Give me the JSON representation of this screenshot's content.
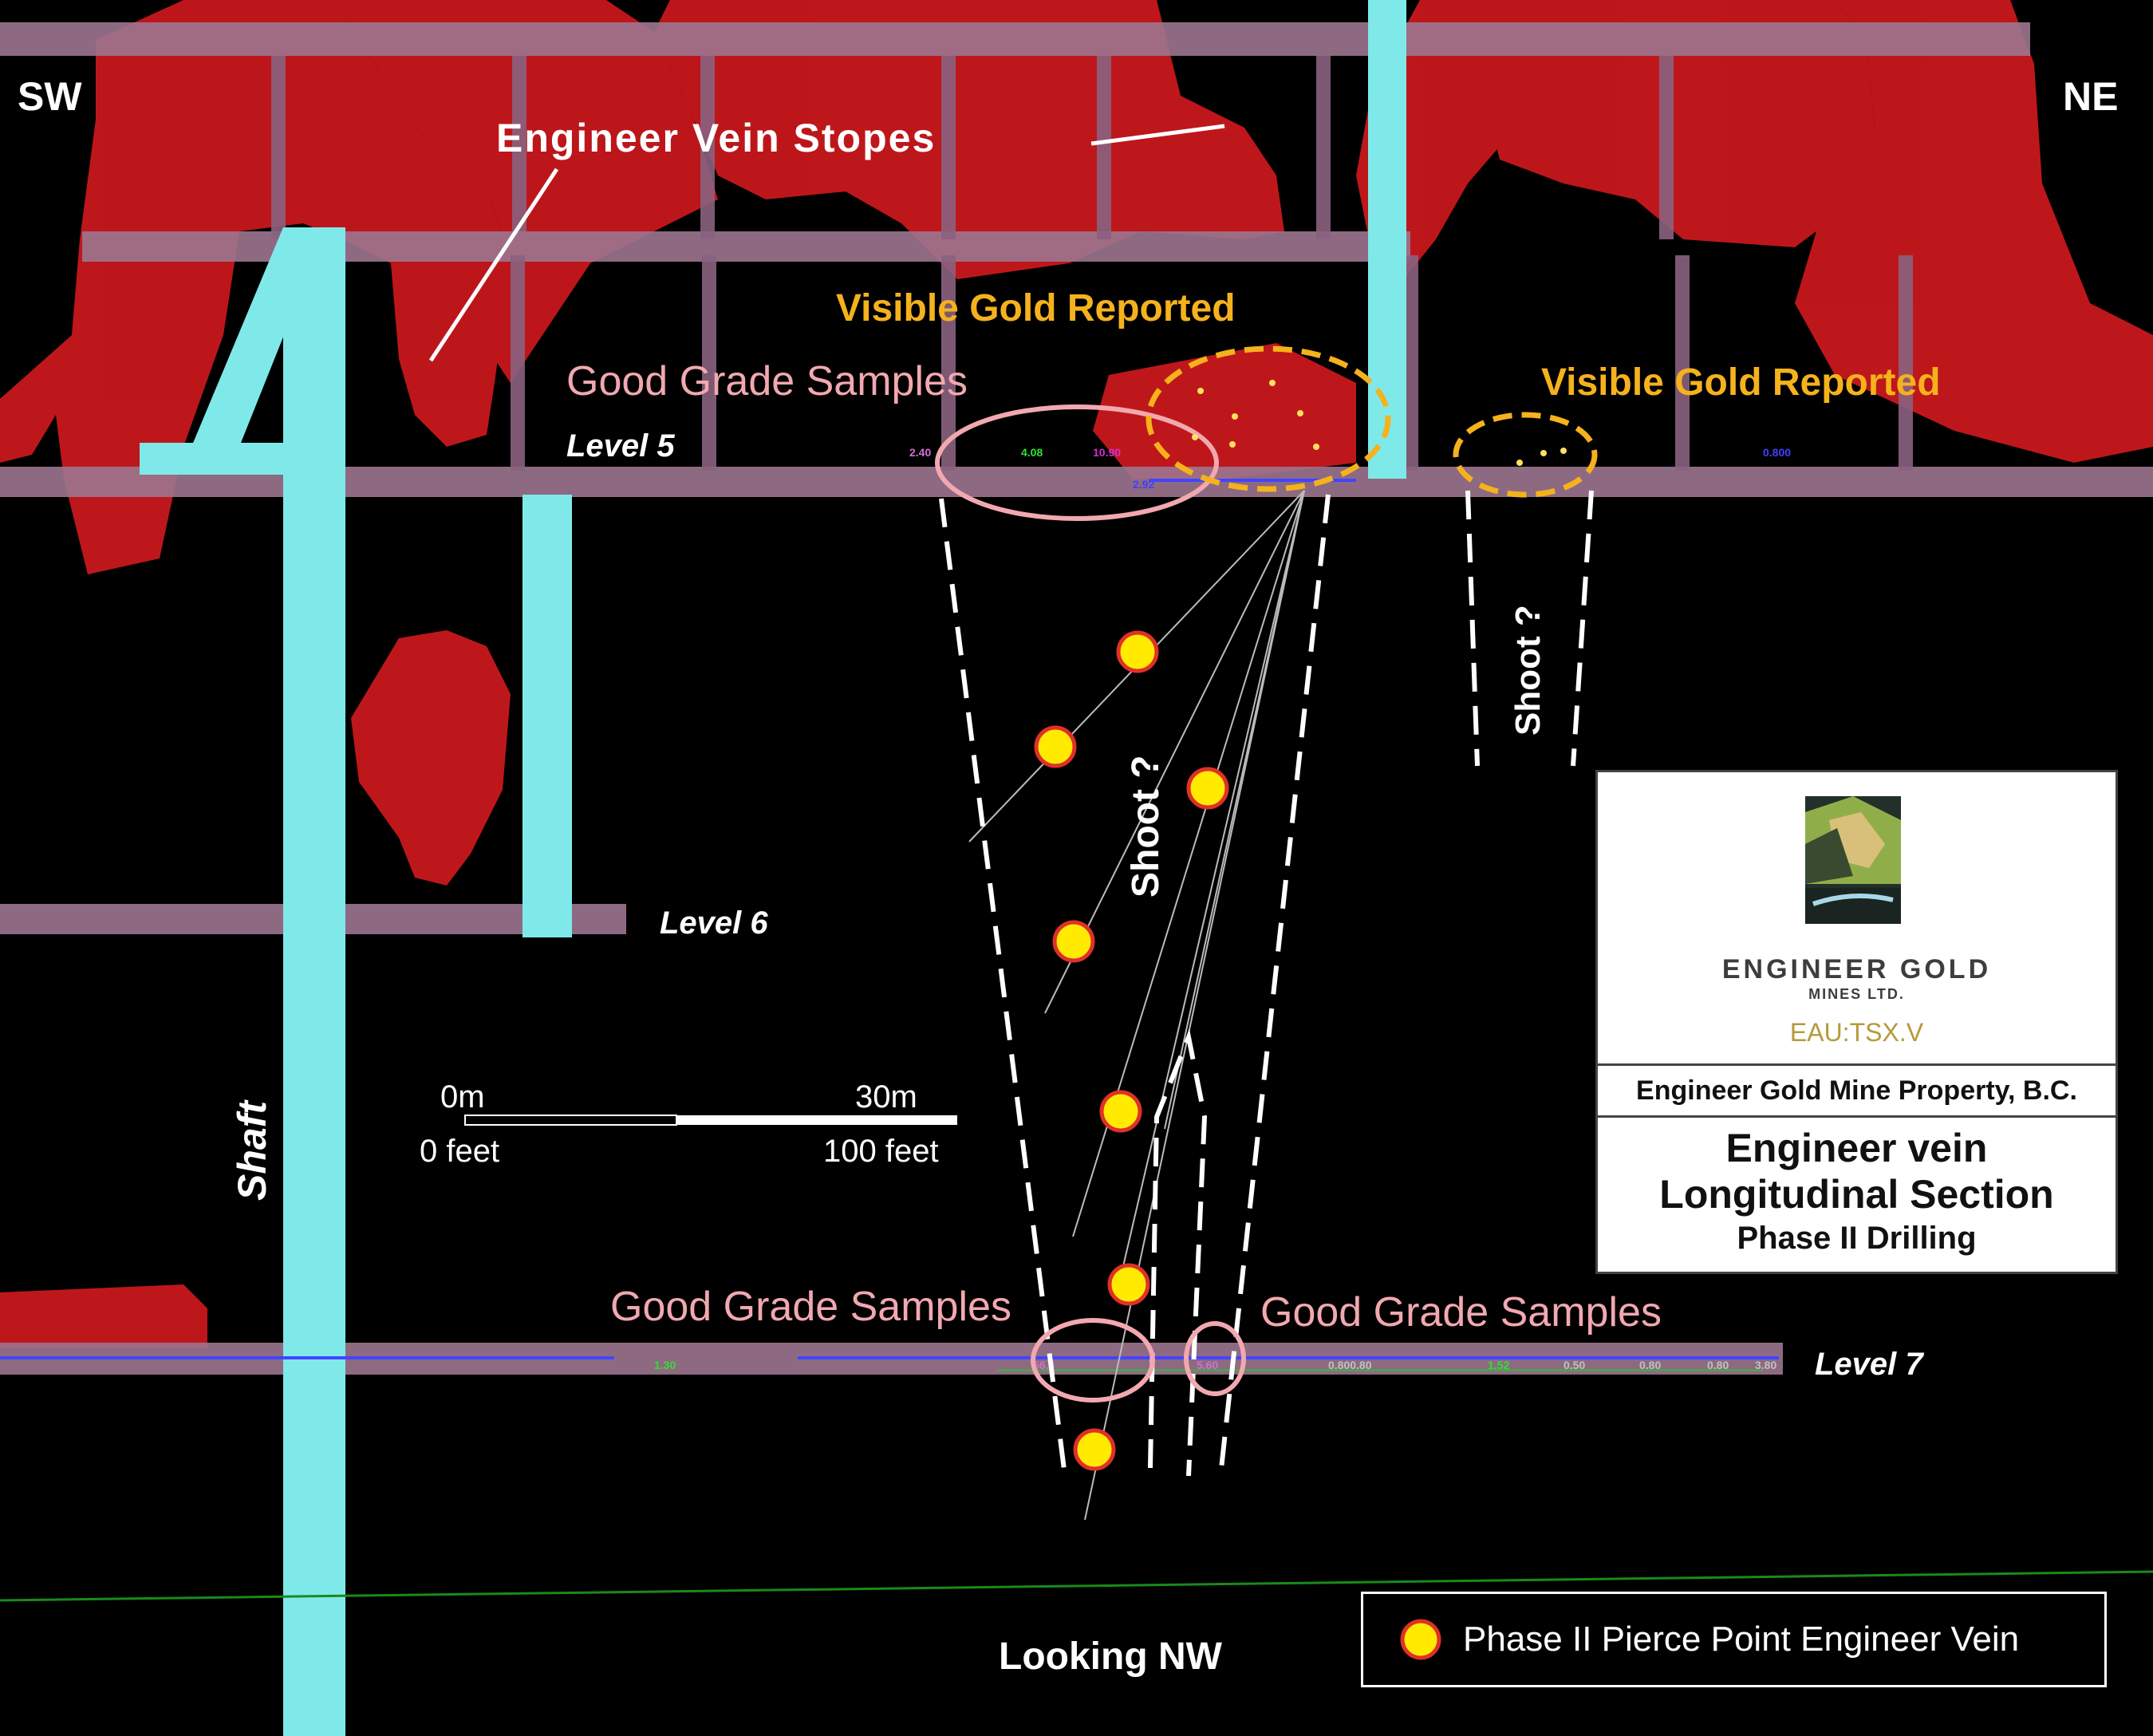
{
  "orientation": {
    "left": "SW",
    "right": "NE"
  },
  "labels": {
    "stopes": "Engineer Vein Stopes",
    "visible_gold_1": "Visible Gold Reported",
    "visible_gold_2": "Visible Gold Reported",
    "good_grade_1": "Good Grade Samples",
    "good_grade_2": "Good Grade Samples",
    "good_grade_3": "Good Grade Samples",
    "level_5": "Level 5",
    "level_6": "Level 6",
    "level_7": "Level 7",
    "shoot_1": "Shoot ?",
    "shoot_2": "Shoot ?",
    "shaft": "Shaft",
    "looking": "Looking NW"
  },
  "scale_bar": {
    "metric_start": "0m",
    "metric_end": "30m",
    "imperial_start": "0 feet",
    "imperial_end": "100 feet"
  },
  "assay_values": [
    "2.40",
    "4.08",
    "10.90",
    "2.92",
    "0.800",
    "1.30",
    "56.4",
    "5.60",
    "0.800.80",
    "1.52",
    "0.50",
    "0.80",
    "0.80",
    "3.80"
  ],
  "infobox": {
    "company": "ENGINEER GOLD",
    "company_sub": "MINES LTD.",
    "ticker": "EAU:TSX.V",
    "property": "Engineer Gold Mine Property, B.C.",
    "title_line1": "Engineer vein",
    "title_line2": "Longitudinal Section",
    "title_line3": "Phase II Drilling"
  },
  "legend": {
    "label": "Phase II Pierce Point Engineer Vein"
  },
  "colors": {
    "stope": "#c8181c",
    "drift": "#9c7690",
    "shaft": "#7fe9ea",
    "pierce_fill": "#ffea00",
    "pierce_ring": "#e0302a",
    "visible_gold": "#f5b21c",
    "good_grade": "#f2a8b0"
  }
}
